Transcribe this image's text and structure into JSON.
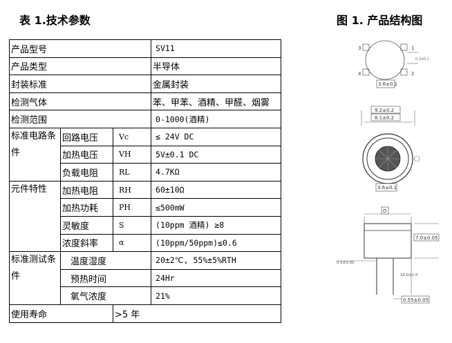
{
  "table_title": "表 1.技术参数",
  "figure_title": "图 1. 产品结构图",
  "rows": {
    "model": {
      "label": "产品型号",
      "value": "SV11"
    },
    "type": {
      "label": "产品类型",
      "value": "半导体"
    },
    "package": {
      "label": "封装标准",
      "value": "金属封装"
    },
    "gases": {
      "label": "检测气体",
      "value": "苯、甲苯、酒精、甲醛、烟雾"
    },
    "range": {
      "label": "检测范围",
      "value": "0-1000(酒精)"
    },
    "circuit": {
      "group": "标准电路条件",
      "items": [
        {
          "label": "回路电压",
          "symbol": "Vc",
          "value": "≤ 24V DC"
        },
        {
          "label": "加热电压",
          "symbol": "VH",
          "value": "5V±0.1 DC"
        },
        {
          "label": "负载电阻",
          "symbol": "RL",
          "value": "4.7KΩ"
        }
      ]
    },
    "element": {
      "group": "元件特性",
      "items": [
        {
          "label": "加热电阻",
          "symbol": "RH",
          "value": "60±10Ω"
        },
        {
          "label": "加热功耗",
          "symbol": "PH",
          "value": "≤500mW"
        },
        {
          "label": "灵敏度",
          "symbol": "S",
          "value": "(10ppm 酒精) ≥8"
        },
        {
          "label": "浓度斜率",
          "symbol": "α",
          "value": "(10ppm/50ppm)≤0.6"
        }
      ]
    },
    "test": {
      "group": "标准测试条件",
      "items": [
        {
          "label": "温度湿度",
          "value": "20±2℃, 55%±5%RTH"
        },
        {
          "label": "预热时间",
          "value": "24Hr"
        },
        {
          "label": "氧气浓度",
          "value": "21%"
        }
      ]
    },
    "life": {
      "label": "使用寿命",
      "value": ">5 年"
    }
  },
  "figure": {
    "pins": [
      "1",
      "2",
      "3",
      "4"
    ],
    "dims": {
      "base": "3.6±0.1",
      "side": "0.3±0.1",
      "outer": "9.2±0.2",
      "inner": "8.1±0.2",
      "mesh": "3.6±0.1",
      "d": "D",
      "cap_h": "7.0±0.05",
      "pin_len": "10.0±1.0",
      "pin_d": "0.55±0.05",
      "pin_gap": "0.5±0.05"
    }
  }
}
